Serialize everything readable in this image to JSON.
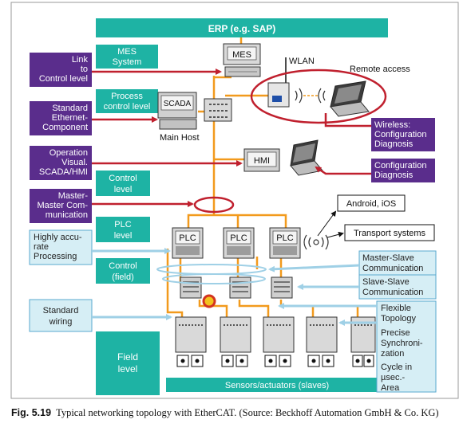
{
  "colors": {
    "teal": "#1eb3a4",
    "purple": "#5a2d8c",
    "lightblue_box": "#d6eef5",
    "lightblue_border": "#5aa9cf",
    "orange_line": "#f29a1d",
    "red": "#c0202e",
    "device_gray": "#cfcfcf"
  },
  "header": {
    "erp": "ERP (e.g. SAP)"
  },
  "levels": {
    "mes": [
      "MES",
      "System"
    ],
    "process": [
      "Process",
      "control level"
    ],
    "control": [
      "Control",
      "level"
    ],
    "plc": [
      "PLC",
      "level"
    ],
    "control_field": [
      "Control",
      "(field)"
    ],
    "field": [
      "Field",
      "level"
    ]
  },
  "left_purple": {
    "link": [
      "Link",
      "to",
      "Control level"
    ],
    "standard_ethernet": [
      "Standard",
      "Ethernet-",
      "Component"
    ],
    "operation_visual": [
      "Operation",
      "Visual.",
      "SCADA/HMI"
    ],
    "master_master": [
      "Master-",
      "Master Com-",
      "munication"
    ]
  },
  "left_blue": {
    "highly_accurate": [
      "Highly accu-",
      "rate",
      "Processing"
    ],
    "standard_wiring": [
      "Standard",
      "wiring"
    ]
  },
  "right_purple": {
    "wireless": [
      "Wireless:",
      "Configuration",
      "Diagnosis"
    ],
    "configuration": [
      "Configuration",
      "Diagnosis"
    ]
  },
  "right_blue": {
    "master_slave": [
      "Master-Slave",
      "Communication"
    ],
    "slave_slave": [
      "Slave-Slave",
      "Communication"
    ],
    "features": [
      "Flexible",
      "Topology",
      "Precise",
      "Synchroni-",
      "zation",
      "Cycle in",
      "µsec.-",
      "Area"
    ]
  },
  "devices": {
    "mes": "MES",
    "scada": "SCADA",
    "hmi": "HMI",
    "plc": "PLC",
    "wlan": "WLAN",
    "remote_access": "Remote access",
    "main_host": "Main Host",
    "android": "Android, iOS",
    "transport": "Transport systems",
    "sensors": "Sensors/actuators (slaves)"
  },
  "caption": {
    "label": "Fig. 5.19",
    "text": "Typical networking topology with EtherCAT. (Source: Beckhoff Automation GmbH & Co. KG)"
  }
}
